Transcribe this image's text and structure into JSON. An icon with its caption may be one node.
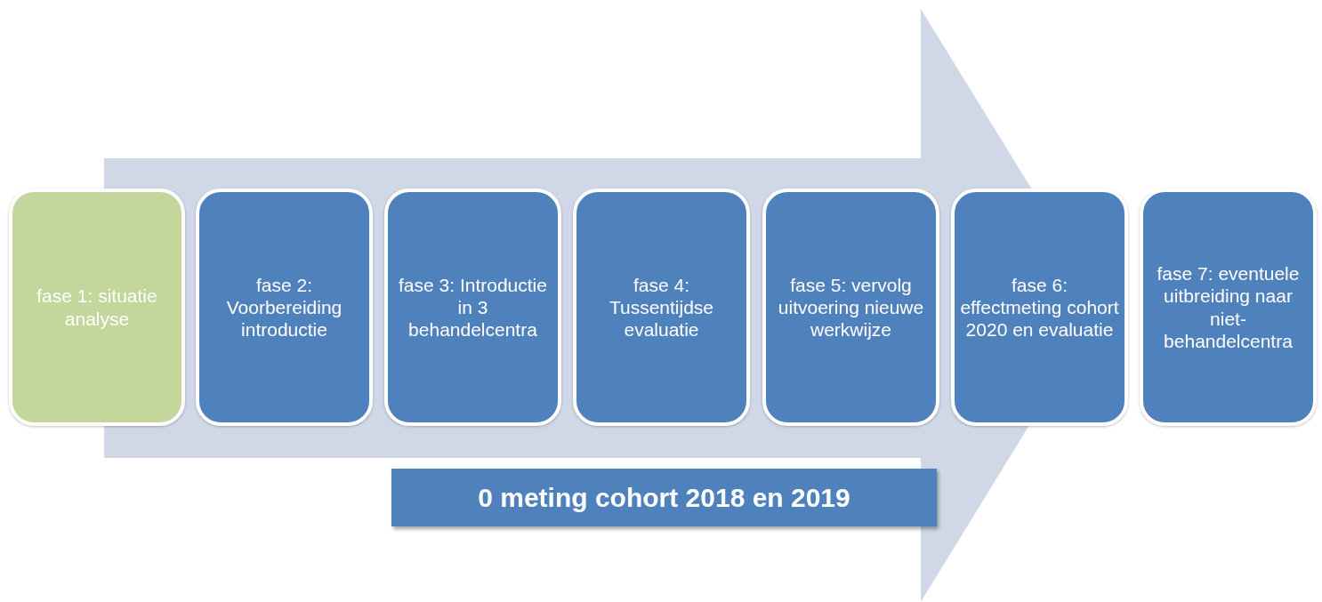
{
  "diagram": {
    "nodes": [
      {
        "text": [
          "fase 1: situatie analyse"
        ]
      },
      {
        "text": [
          "fase 2: Voorbereiding introductie"
        ]
      },
      {
        "text": [
          "fase 3: Introductie in 3 behandelcentra"
        ]
      },
      {
        "text": [
          "fase 4: Tussentijdse evaluatie"
        ]
      },
      {
        "text": [
          "fase 5: vervolg uitvoering nieuwe werkwijze"
        ]
      },
      {
        "text": [
          "fase 6: effectmeting cohort 2020 en evaluatie"
        ]
      },
      {
        "text": [
          "fase 7: eventuele uitbreiding naar niet-behandelcentra"
        ]
      },
      {
        "text": [
          "0 meting cohort 2018 en 2019"
        ]
      }
    ]
  }
}
